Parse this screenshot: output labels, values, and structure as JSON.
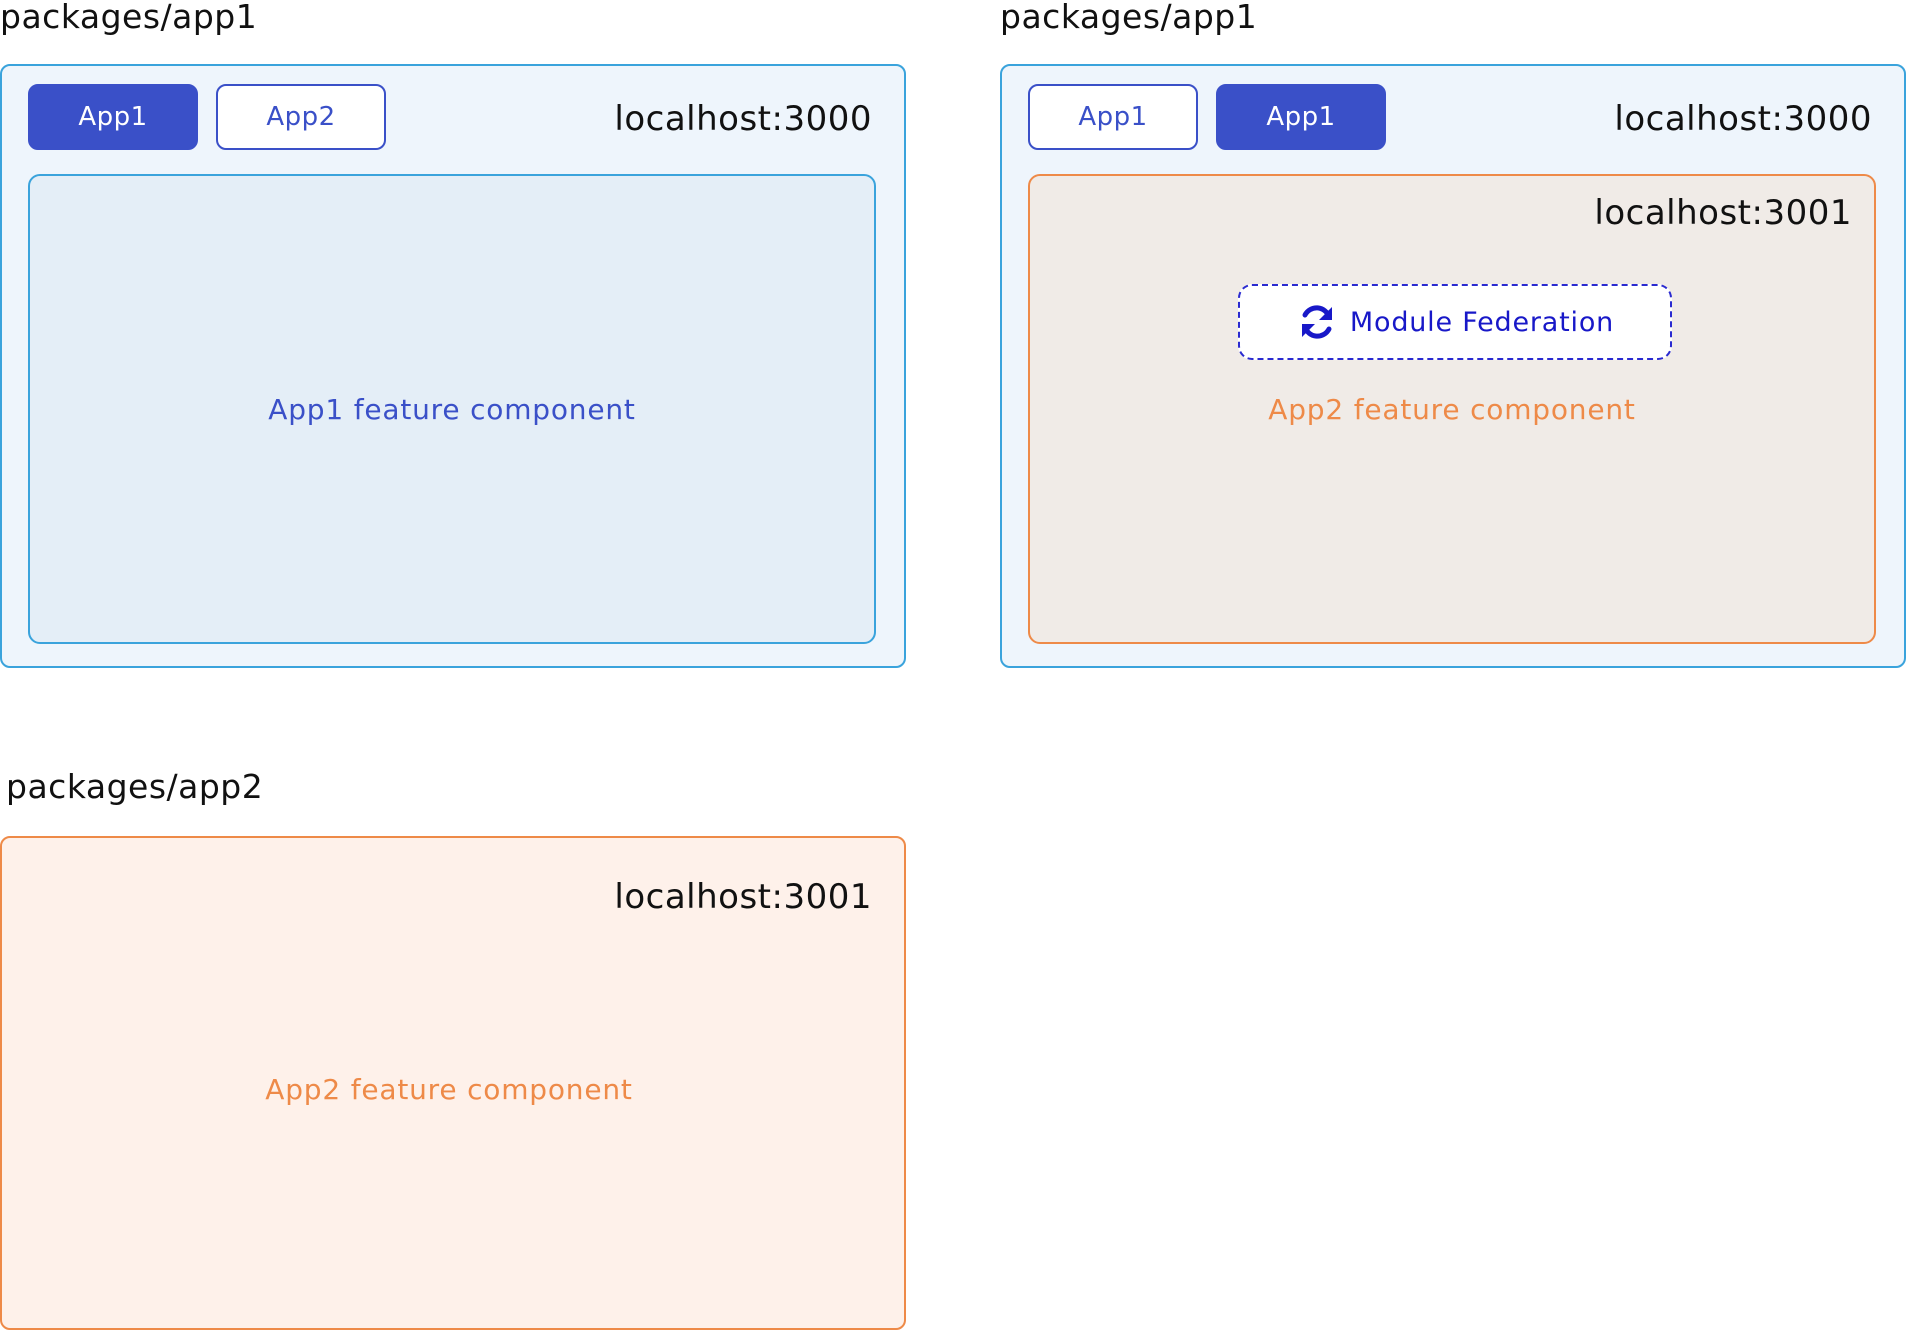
{
  "panel_app1_default": {
    "section_label": "packages/app1",
    "tabs": [
      {
        "label": "App1",
        "active": true
      },
      {
        "label": "App2",
        "active": false
      }
    ],
    "host": "localhost:3000",
    "feature_text": "App1 feature component"
  },
  "panel_app1_federated": {
    "section_label": "packages/app1",
    "tabs": [
      {
        "label": "App1",
        "active": false
      },
      {
        "label": "App1",
        "active": true
      }
    ],
    "host": "localhost:3000",
    "remote_host": "localhost:3001",
    "badge": {
      "icon": "sync-icon",
      "label": "Module Federation"
    },
    "feature_text": "App2 feature component"
  },
  "panel_app2": {
    "section_label": "packages/app2",
    "host": "localhost:3001",
    "feature_text": "App2 feature component"
  },
  "colors": {
    "blue_border": "#3aa3dc",
    "blue_accent": "#3a50c8",
    "orange_border": "#ee8a48",
    "orange_text": "#ee8a48",
    "federation_blue": "#1818c8"
  }
}
